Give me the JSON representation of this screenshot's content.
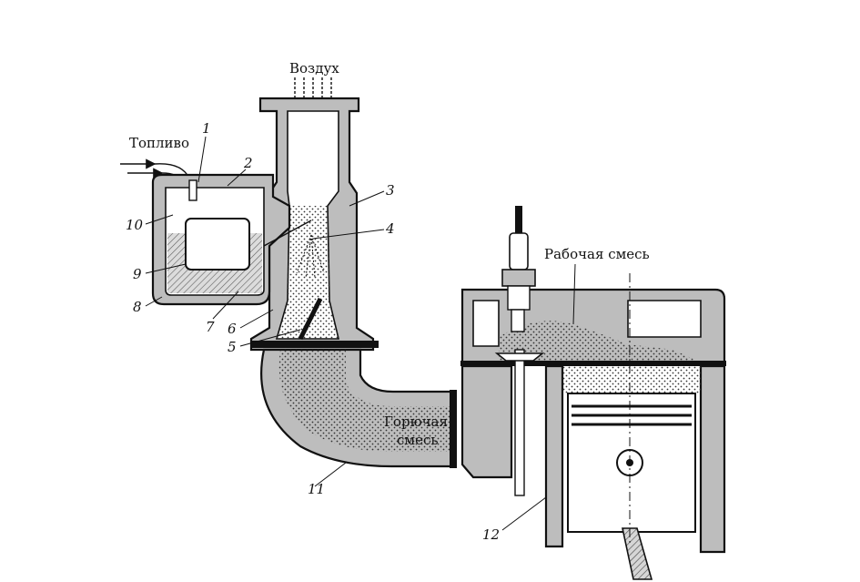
{
  "labels": {
    "air": "Воздух",
    "fuel": "Топливо",
    "combustible_mixture_line1": "Горючая",
    "combustible_mixture_line2": "смесь",
    "working_mixture": "Рабочая смесь"
  },
  "callouts": [
    "1",
    "2",
    "3",
    "4",
    "5",
    "6",
    "7",
    "8",
    "9",
    "10",
    "11",
    "12"
  ],
  "colors": {
    "ink": "#111111",
    "hatch": "#bdbdbd",
    "background": "#ffffff"
  }
}
